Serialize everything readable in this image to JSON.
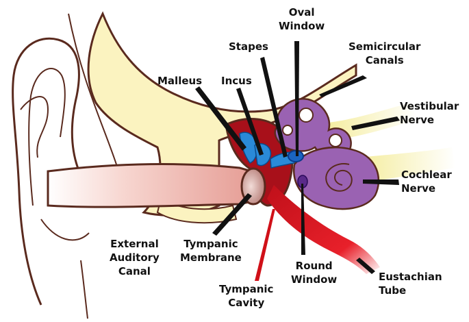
{
  "labels": {
    "oval_window": [
      "Oval",
      "Window"
    ],
    "stapes": "Stapes",
    "semicircular_canals": [
      "Semicircular",
      "Canals"
    ],
    "malleus": "Malleus",
    "incus": "Incus",
    "vestibular_nerve": [
      "Vestibular",
      "Nerve"
    ],
    "cochlear_nerve": [
      "Cochlear",
      "Nerve"
    ],
    "external_auditory_canal": [
      "External",
      "Auditory",
      "Canal"
    ],
    "tympanic_membrane": [
      "Tympanic",
      "Membrane"
    ],
    "round_window": [
      "Round",
      "Window"
    ],
    "eustachian_tube": [
      "Eustachian",
      "Tube"
    ],
    "tympanic_cavity": [
      "Tympanic",
      "Cavity"
    ]
  },
  "colors": {
    "skin_outline": "#5a2a1e",
    "bone_yellow": "#fbf3c0",
    "canal_pink": "#f0b0a8",
    "cavity_red": "#a8101a",
    "inner_ear_purple": "#9a62b2",
    "ossicle_blue": "#2a8ad8",
    "leader": "#111111"
  }
}
